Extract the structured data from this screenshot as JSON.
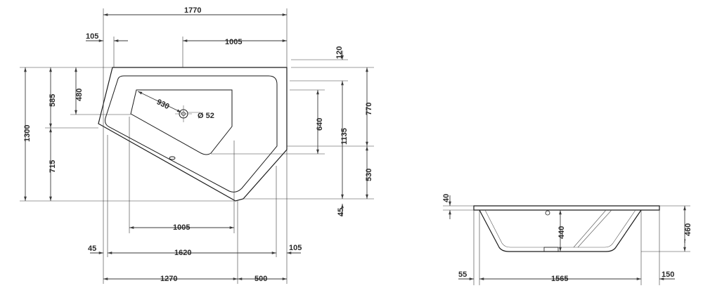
{
  "plan_view": {
    "dims": {
      "overall_width": "1770",
      "offset_left": "105",
      "top_span": "1005",
      "top_offset": "120",
      "depth_total": "1300",
      "depth_upper": "585",
      "depth_lower": "715",
      "inner_480": "480",
      "right_770": "770",
      "right_530": "530",
      "right_1135": "1135",
      "right_640": "640",
      "right_45": "45",
      "diag_930": "930",
      "drain_dia": "Ø 52",
      "inner_1005": "1005",
      "bottom_45": "45",
      "bottom_1620": "1620",
      "bottom_105": "105",
      "bottom_1270": "1270",
      "bottom_500": "500"
    }
  },
  "section_view": {
    "dims": {
      "rim_40": "40",
      "depth_440": "440",
      "height_460": "460",
      "approx_mark": "~",
      "left_55": "55",
      "width_1565": "1565",
      "right_150": "150"
    }
  }
}
